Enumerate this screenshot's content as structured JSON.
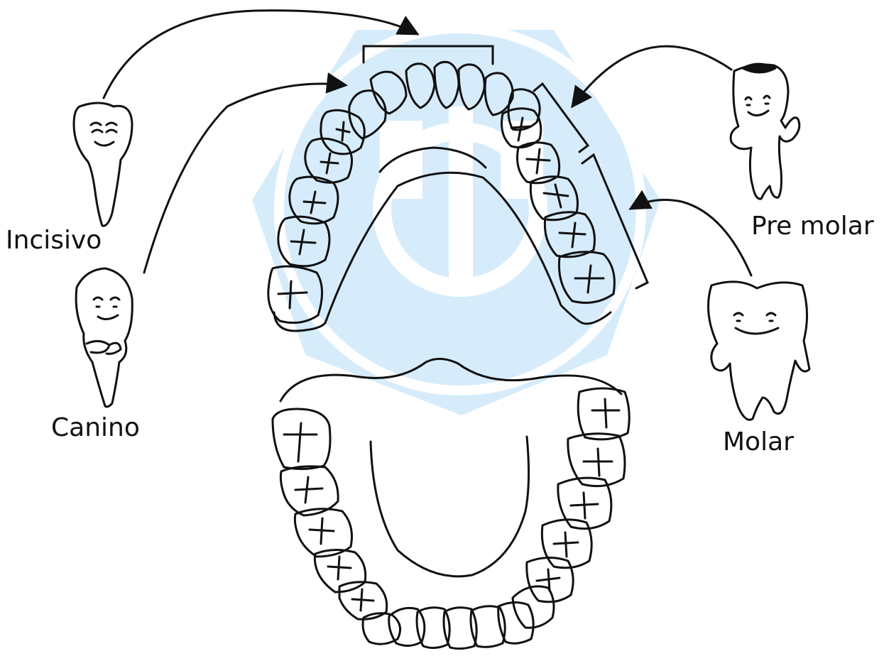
{
  "labels": {
    "incisivo": "Incisivo",
    "canino": "Canino",
    "premolar": "Pre molar",
    "molar": "Molar"
  },
  "colors": {
    "watermark": "#d6ecfb",
    "line": "#111111",
    "background": "#ffffff"
  }
}
